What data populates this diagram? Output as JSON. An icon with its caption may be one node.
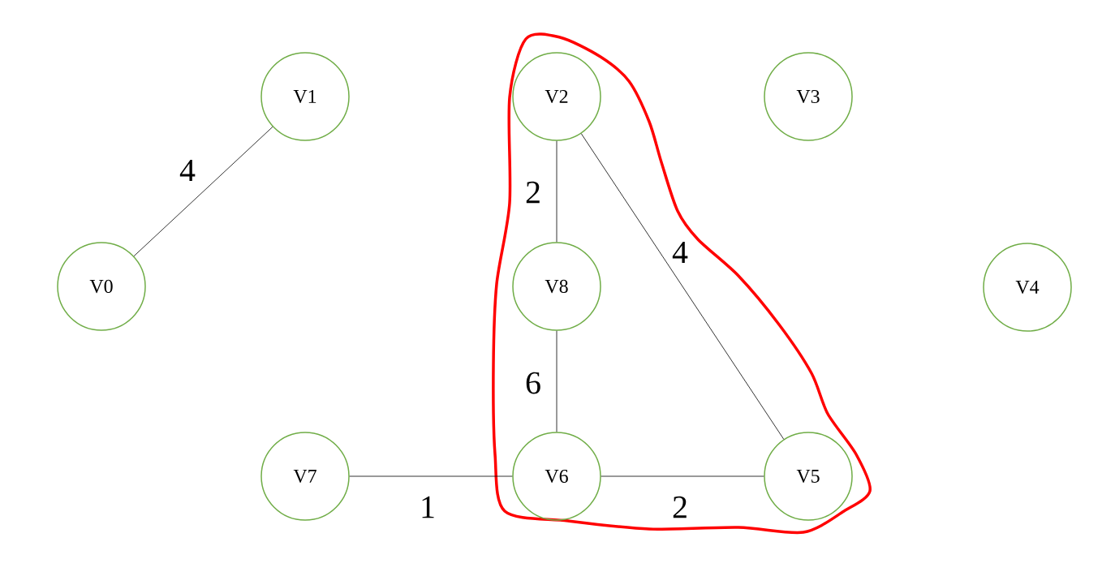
{
  "diagram": {
    "nodes": [
      {
        "text": [
          "V0"
        ]
      },
      {
        "text": [
          "V1"
        ]
      },
      {
        "text": [
          "V2"
        ]
      },
      {
        "text": [
          "V3"
        ]
      },
      {
        "text": [
          "V4"
        ]
      },
      {
        "text": [
          "V5"
        ]
      },
      {
        "text": [
          "V6"
        ]
      },
      {
        "text": [
          "V7"
        ]
      },
      {
        "text": [
          "V8"
        ]
      }
    ],
    "edges": [
      {
        "from": 1,
        "to": 0,
        "arrow": "none",
        "label": "4"
      },
      {
        "from": 2,
        "to": 8,
        "arrow": "none",
        "label": "2"
      },
      {
        "from": 2,
        "to": 5,
        "arrow": "none",
        "label": "4"
      },
      {
        "from": 8,
        "to": 6,
        "arrow": "none",
        "label": "6"
      },
      {
        "from": 7,
        "to": 6,
        "arrow": "none",
        "label": "1"
      },
      {
        "from": 6,
        "to": 5,
        "arrow": "none",
        "label": "2"
      }
    ]
  }
}
